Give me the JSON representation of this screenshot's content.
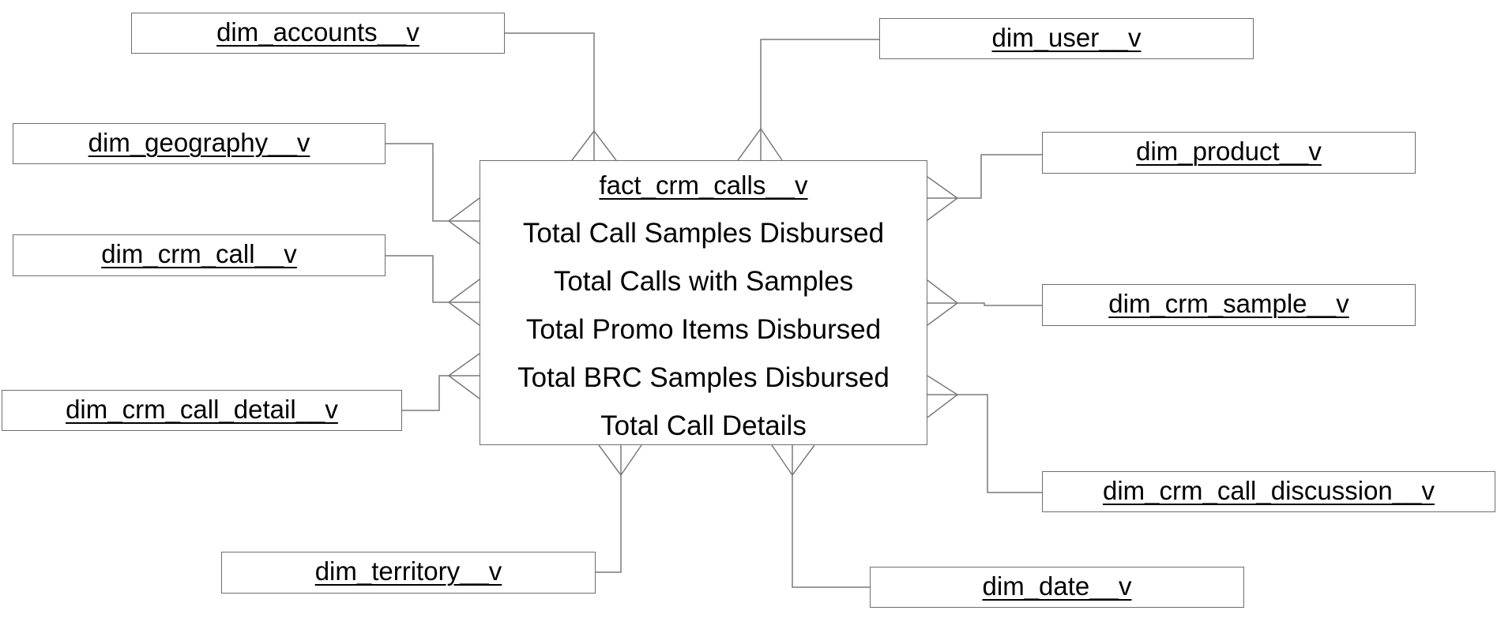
{
  "fact": {
    "title": "fact_crm_calls__v",
    "measures": [
      "Total Call Samples Disbursed",
      "Total Calls with Samples",
      "Total Promo Items Disbursed",
      "Total BRC Samples Disbursed",
      "Total Call Details"
    ]
  },
  "dims": {
    "accounts": "dim_accounts__v",
    "user": "dim_user__v",
    "geography": "dim_geography__v",
    "product": "dim_product__v",
    "crm_call": "dim_crm_call__v",
    "crm_sample": "dim_crm_sample__v",
    "crm_call_detail": "dim_crm_call_detail__v",
    "crm_call_discussion": "dim_crm_call_discussion__v",
    "territory": "dim_territory__v",
    "date": "dim_date__v"
  },
  "colors": {
    "line": "#7a7a7a",
    "border": "#6e6e6e"
  }
}
